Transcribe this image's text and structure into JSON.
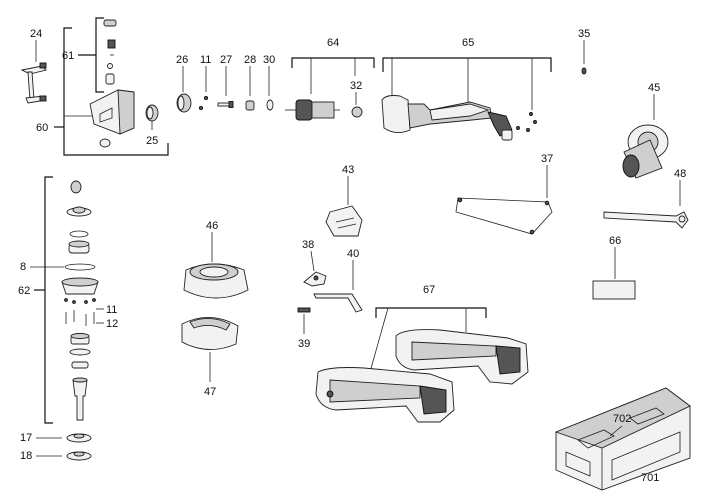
{
  "callouts": {
    "c24": "24",
    "c61": "61",
    "c60": "60",
    "c25": "25",
    "c26": "26",
    "c11a": "11",
    "c27": "27",
    "c28": "28",
    "c30": "30",
    "c64": "64",
    "c32": "32",
    "c65": "65",
    "c35": "35",
    "c45": "45",
    "c43": "43",
    "c37": "37",
    "c48": "48",
    "c46": "46",
    "c38": "38",
    "c40": "40",
    "c66": "66",
    "c62": "62",
    "c8": "8",
    "c11b": "11",
    "c12": "12",
    "c67": "67",
    "c39": "39",
    "c47": "47",
    "c17": "17",
    "c18": "18",
    "c702": "702",
    "c701": "701"
  }
}
